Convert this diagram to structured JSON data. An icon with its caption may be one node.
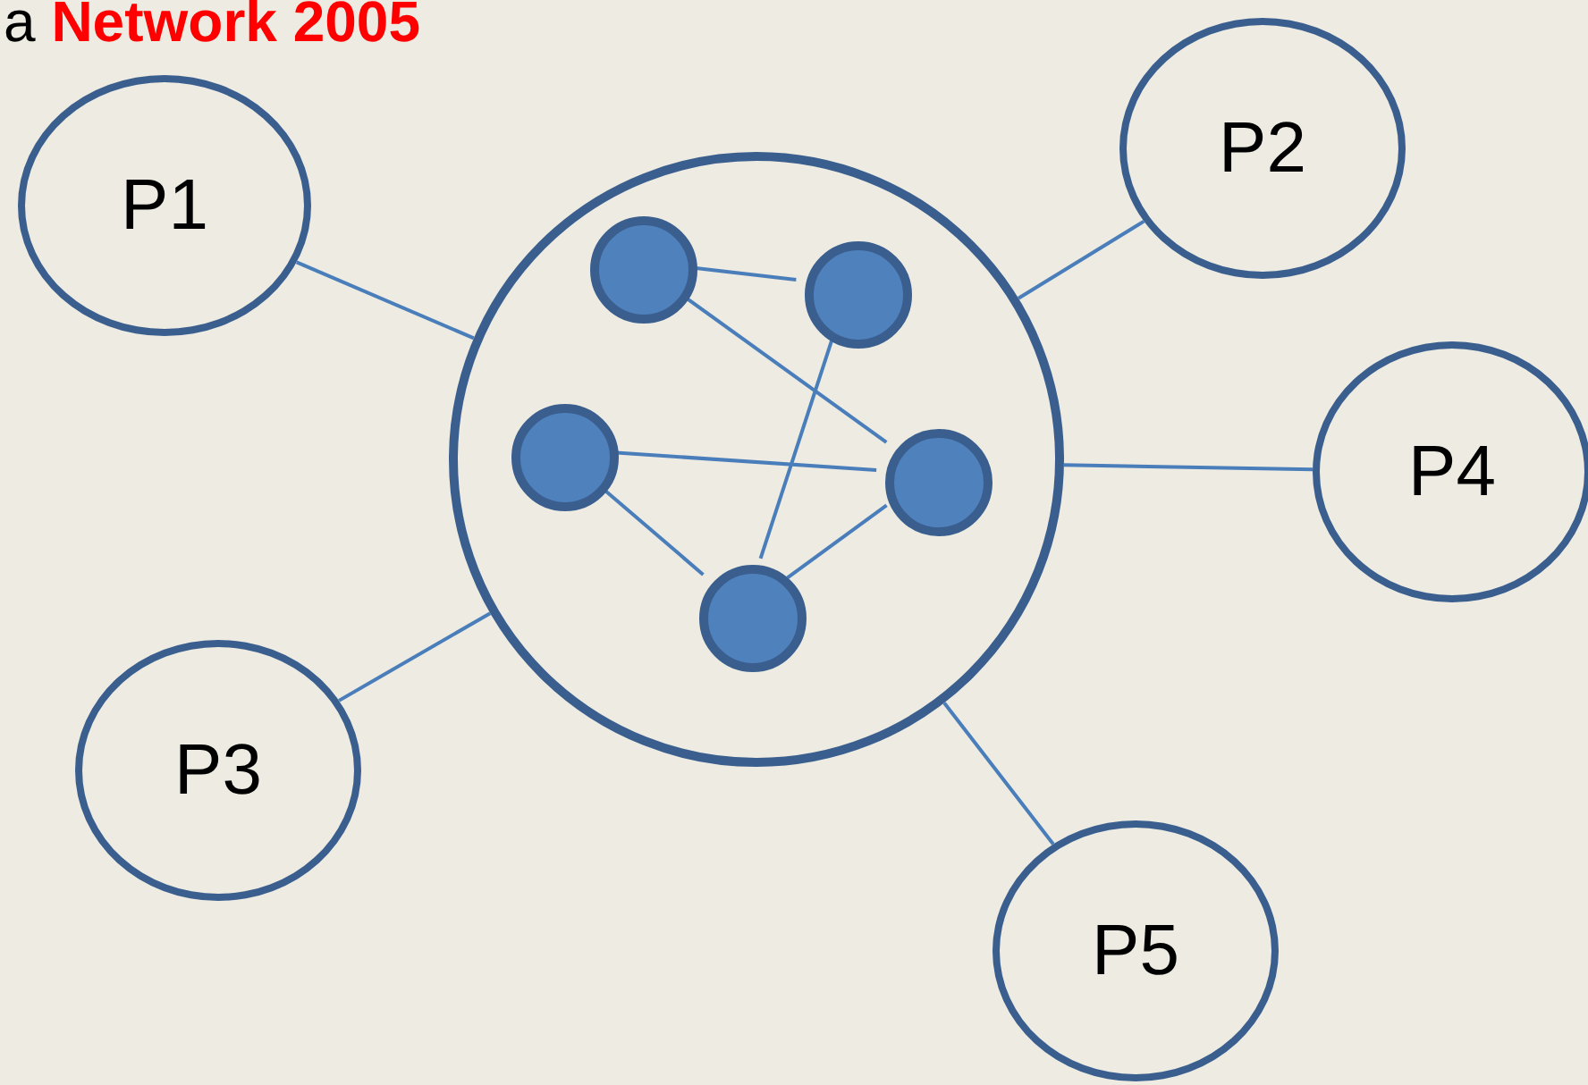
{
  "diagram": {
    "nodes": [
      {
        "text": [
          "P1"
        ]
      },
      {
        "text": [
          "P2"
        ]
      },
      {
        "text": [],
        "shape": "circle"
      },
      {
        "text": [],
        "shape": "circle",
        "in": 2
      },
      {
        "text": [],
        "shape": "circle",
        "in": 2
      },
      {
        "text": [],
        "shape": "circle",
        "in": 2
      },
      {
        "text": [],
        "shape": "circle",
        "in": 2
      },
      {
        "text": [],
        "shape": "circle",
        "in": 2
      },
      {
        "text": [
          "P4"
        ]
      },
      {
        "text": [
          "P3"
        ]
      },
      {
        "text": [
          "P5"
        ]
      }
    ],
    "edges": [
      {
        "from": 0,
        "to": 2,
        "arrow": "none"
      },
      {
        "from": 1,
        "to": 2,
        "arrow": "none"
      },
      {
        "from": 8,
        "to": 2,
        "arrow": "none"
      },
      {
        "from": 9,
        "to": 2,
        "arrow": "none"
      },
      {
        "from": 10,
        "to": 2,
        "arrow": "none"
      },
      {
        "from": 3,
        "to": 4,
        "arrow": "none"
      },
      {
        "from": 3,
        "to": 6,
        "arrow": "none"
      },
      {
        "from": 4,
        "to": 7,
        "arrow": "none"
      },
      {
        "from": 5,
        "to": 6,
        "arrow": "none"
      },
      {
        "from": 5,
        "to": 7,
        "arrow": "none"
      },
      {
        "from": 6,
        "to": 7,
        "arrow": "none"
      }
    ],
    "labels": [
      "a **Network 2005**"
    ]
  }
}
